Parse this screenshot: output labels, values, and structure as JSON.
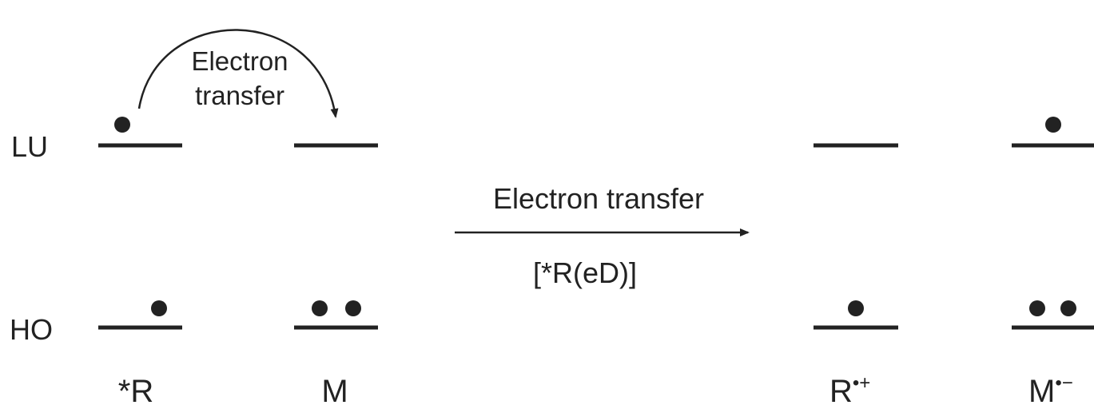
{
  "levels": {
    "lu_label": "LU",
    "ho_label": "HO"
  },
  "molecules": {
    "r_excited": "*R",
    "m": "M",
    "r_cation": "R",
    "r_cation_sup": "•+",
    "m_anion": "M",
    "m_anion_sup": "•−"
  },
  "curved_arrow": {
    "line1": "Electron",
    "line2": "transfer"
  },
  "reaction_arrow": {
    "label_above": "Electron transfer",
    "label_below": "[*R(eD)]"
  },
  "colors": {
    "ink": "#222222",
    "background": "#ffffff"
  }
}
